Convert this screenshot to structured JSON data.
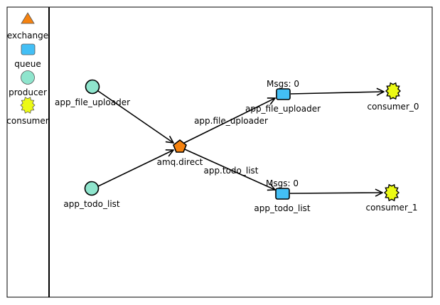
{
  "legend": {
    "items": [
      {
        "key": "exchange",
        "label": "exchange",
        "icon": "triangle-icon",
        "color": "#f5820f"
      },
      {
        "key": "queue",
        "label": "queue",
        "icon": "rounded-square-icon",
        "color": "#43bff5"
      },
      {
        "key": "producer",
        "label": "producer",
        "icon": "circle-icon",
        "color": "#8fe5cd"
      },
      {
        "key": "consumer",
        "label": "consumer",
        "icon": "starburst-icon",
        "color": "#ecfa14"
      }
    ]
  },
  "nodes": {
    "producer_file_uploader": {
      "label": "app_file_uploader",
      "type": "producer"
    },
    "producer_todo_list": {
      "label": "app_todo_list",
      "type": "producer"
    },
    "exchange_amq_direct": {
      "label": "amq.direct",
      "type": "exchange"
    },
    "queue_file_uploader": {
      "label": "app_file_uploader",
      "type": "queue",
      "msgs": "Msgs: 0"
    },
    "queue_todo_list": {
      "label": "app_todo_list",
      "type": "queue",
      "msgs": "Msgs: 0"
    },
    "consumer_0": {
      "label": "consumer_0",
      "type": "consumer"
    },
    "consumer_1": {
      "label": "consumer_1",
      "type": "consumer"
    }
  },
  "edges": [
    {
      "from": "producer_file_uploader",
      "to": "exchange_amq_direct",
      "label": ""
    },
    {
      "from": "producer_todo_list",
      "to": "exchange_amq_direct",
      "label": ""
    },
    {
      "from": "exchange_amq_direct",
      "to": "queue_file_uploader",
      "label": "app.file_uploader"
    },
    {
      "from": "exchange_amq_direct",
      "to": "queue_todo_list",
      "label": "app.todo_list"
    },
    {
      "from": "queue_file_uploader",
      "to": "consumer_0",
      "label": ""
    },
    {
      "from": "queue_todo_list",
      "to": "consumer_1",
      "label": ""
    }
  ]
}
